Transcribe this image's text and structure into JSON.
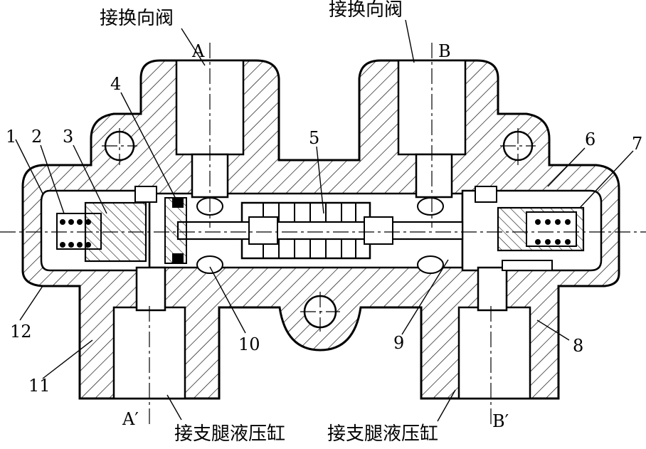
{
  "labels": {
    "port_a": "A",
    "port_b": "B",
    "port_a_prime": "A′",
    "port_b_prime": "B′",
    "to_reversing_valve_left": "接换向阀",
    "to_reversing_valve_right": "接换向阀",
    "to_leg_cylinder_left": "接支腿液压缸",
    "to_leg_cylinder_right": "接支腿液压缸"
  },
  "part_numbers": [
    "1",
    "2",
    "3",
    "4",
    "5",
    "6",
    "7",
    "8",
    "9",
    "10",
    "11",
    "12"
  ]
}
